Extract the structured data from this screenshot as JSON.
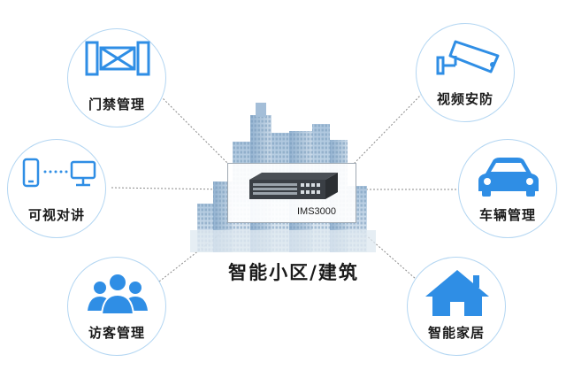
{
  "center": {
    "title": "智能小区/建筑",
    "device_model": "IMS3000"
  },
  "nodes": [
    {
      "label": "门禁管理",
      "icon": "access-gate-icon"
    },
    {
      "label": "可视对讲",
      "icon": "video-intercom-icon"
    },
    {
      "label": "访客管理",
      "icon": "visitors-icon"
    },
    {
      "label": "视频安防",
      "icon": "cctv-camera-icon"
    },
    {
      "label": "车辆管理",
      "icon": "car-icon"
    },
    {
      "label": "智能家居",
      "icon": "house-icon"
    }
  ],
  "colors": {
    "icon_blue": "#2f8ee5",
    "circle_border": "#b3d6f2",
    "connector": "#8a8a8a"
  }
}
